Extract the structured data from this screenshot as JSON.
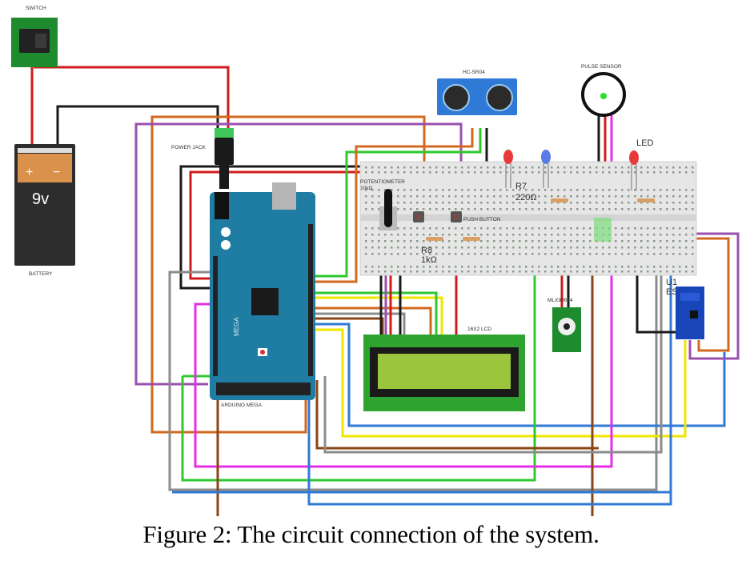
{
  "figure": {
    "caption": "Figure 2: The circuit connection of the system.",
    "components": {
      "switch": "SWITCH",
      "battery": "BATTERY",
      "battery_voltage": "9v",
      "battery_plus": "+",
      "battery_minus": "−",
      "power_jack": "POWER JACK",
      "ultrasonic": "HC-SR04",
      "pulse_sensor": "PULSE SENSOR",
      "led": "LED",
      "potentiometer": "POTENTIOMETER",
      "potentiometer_value": "10kΩ",
      "r7_name": "R7",
      "r7_value": "220Ω",
      "r8_name": "R8",
      "r8_value": "1kΩ",
      "push_button": "PUSH BUTTON",
      "temp_sensor": "MLX90614",
      "wifi_name": "U1",
      "wifi_module": "ESP",
      "lcd": "16X2 LCD",
      "arduino": "ARDUINO MEGA",
      "arduino_logo": "MEGA"
    },
    "colors": {
      "wire_red": "#d11b1b",
      "wire_black": "#1a1a1a",
      "wire_orange": "#d2691e",
      "wire_purple": "#9b4fb0",
      "wire_green": "#2ec82e",
      "wire_yellow": "#f2e600",
      "wire_blue": "#2f7ad6",
      "wire_gray": "#8c8c8c",
      "wire_brown": "#8b4513",
      "wire_magenta": "#e62ee6",
      "arduino_board": "#1f7ca3",
      "lcd_screen": "#9bc53d",
      "breadboard": "#e6e6e6"
    }
  }
}
